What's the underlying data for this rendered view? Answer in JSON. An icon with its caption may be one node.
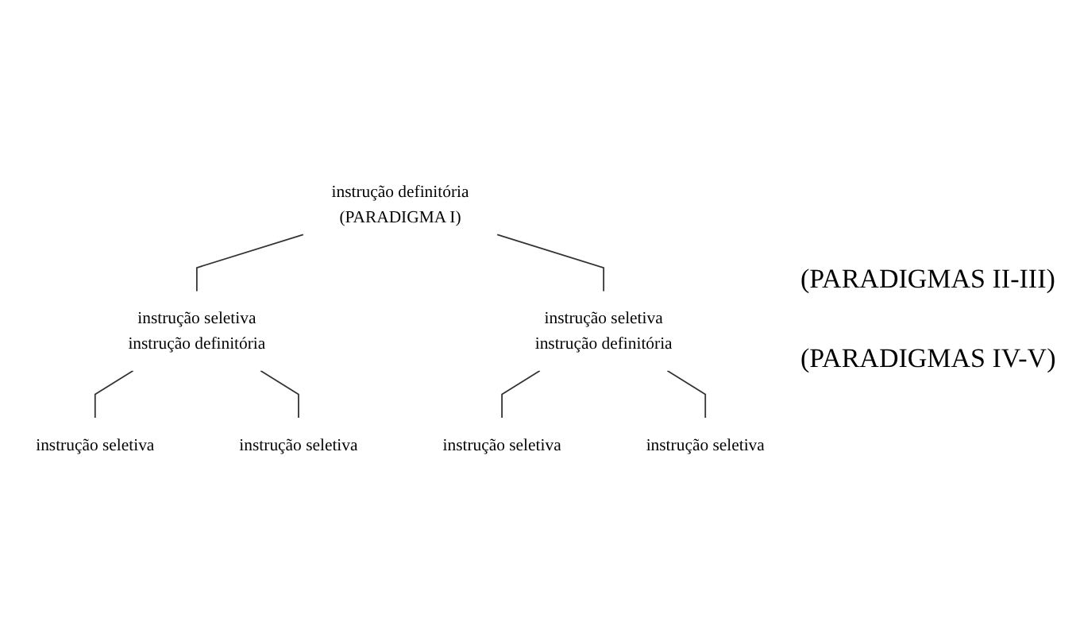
{
  "diagram": {
    "nodes": [
      {
        "text": [
          "instrução definitória",
          "(PARADIGMA I)"
        ]
      },
      {
        "text": [
          "instrução seletiva",
          "instrução definitória"
        ]
      },
      {
        "text": [
          "instrução seletiva",
          "instrução definitória"
        ]
      },
      {
        "text": [
          "instrução seletiva"
        ]
      },
      {
        "text": [
          "instrução seletiva"
        ]
      },
      {
        "text": [
          "instrução seletiva"
        ]
      },
      {
        "text": [
          "instrução seletiva"
        ]
      }
    ],
    "edges": [
      {
        "from": 0,
        "to": 1,
        "arrow": "none"
      },
      {
        "from": 0,
        "to": 2,
        "arrow": "none"
      },
      {
        "from": 1,
        "to": 3,
        "arrow": "none"
      },
      {
        "from": 1,
        "to": 4,
        "arrow": "none"
      },
      {
        "from": 2,
        "to": 5,
        "arrow": "none"
      },
      {
        "from": 2,
        "to": 6,
        "arrow": "none"
      }
    ],
    "labels": [
      "(PARADIGMAS II-III)",
      "(PARADIGMAS IV-V)"
    ]
  }
}
